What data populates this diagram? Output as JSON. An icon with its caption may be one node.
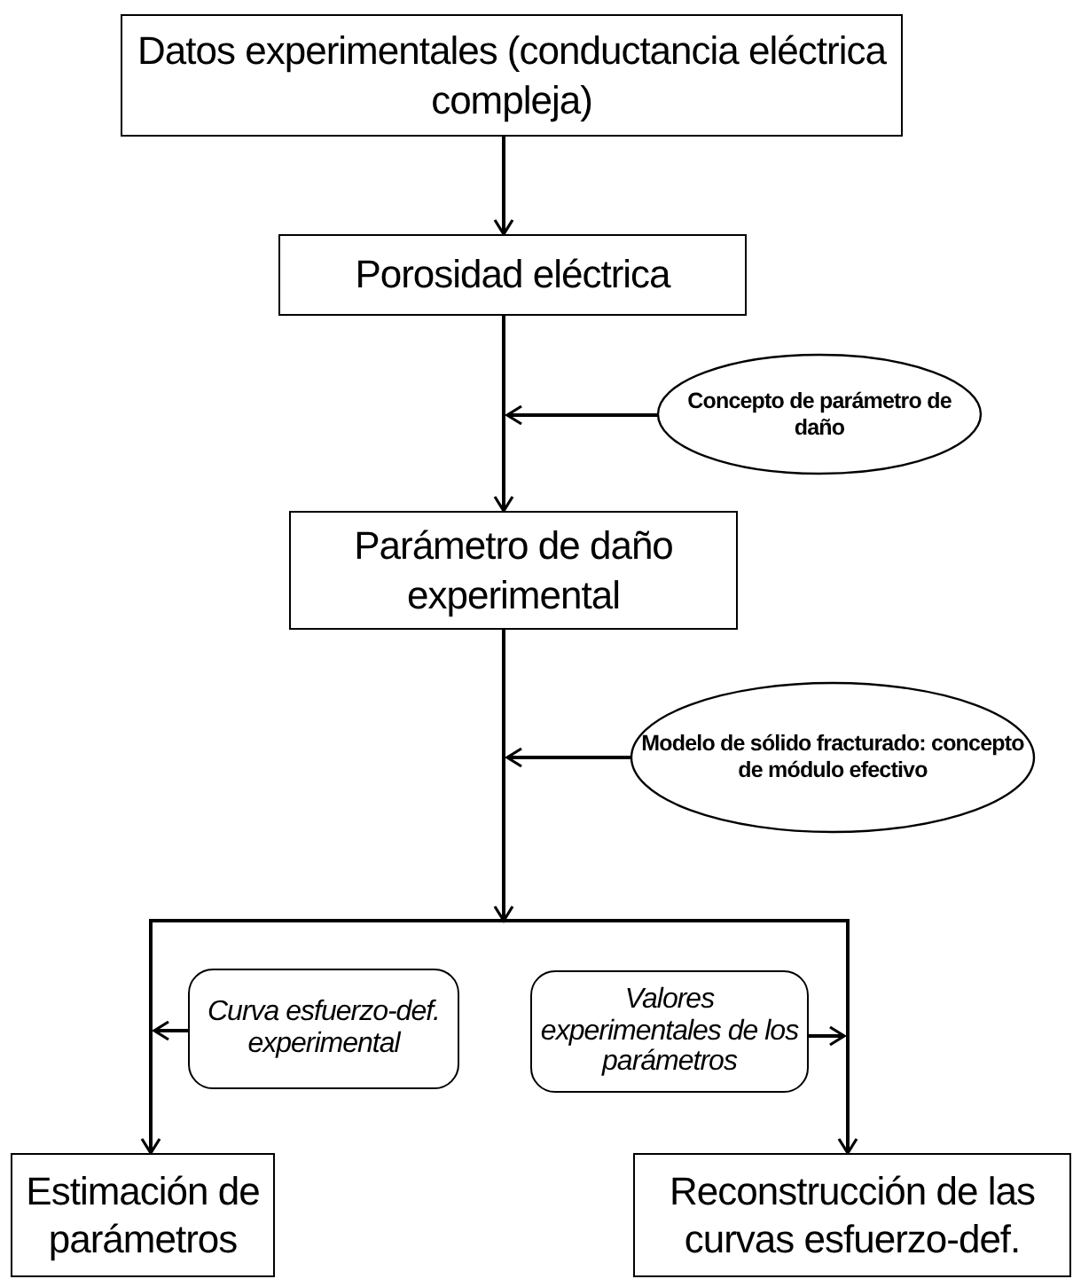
{
  "diagram": {
    "nodes": [
      {
        "text": [
          "Datos experimentales (conductancia eléctrica compleja)"
        ]
      },
      {
        "text": [
          "Porosidad eléctrica"
        ]
      },
      {
        "text": [
          "Concepto de parámetro de daño"
        ]
      },
      {
        "text": [
          "Parámetro de daño experimental"
        ]
      },
      {
        "text": [
          "Modelo de sólido fracturado: concepto de módulo efectivo"
        ]
      },
      {
        "text": [
          "Curva esfuerzo-def. experimental"
        ]
      },
      {
        "text": [
          "Valores experimentales de los parámetros"
        ]
      },
      {
        "text": [
          "Estimación de parámetros"
        ]
      },
      {
        "text": [
          "Reconstrucción de las curvas esfuerzo-def."
        ]
      }
    ],
    "edges": [
      {
        "from": 0,
        "to": 1,
        "arrow": "to"
      },
      {
        "from": 1,
        "to": 3,
        "arrow": "to"
      },
      {
        "from": 2,
        "to": null,
        "arrow": "to"
      },
      {
        "from": 4,
        "to": null,
        "arrow": "to"
      },
      {
        "from": 3,
        "to": 7,
        "arrow": "to"
      },
      {
        "from": 3,
        "to": 8,
        "arrow": "to"
      },
      {
        "from": 5,
        "to": null,
        "arrow": "to"
      },
      {
        "from": 6,
        "to": null,
        "arrow": "to"
      }
    ]
  }
}
